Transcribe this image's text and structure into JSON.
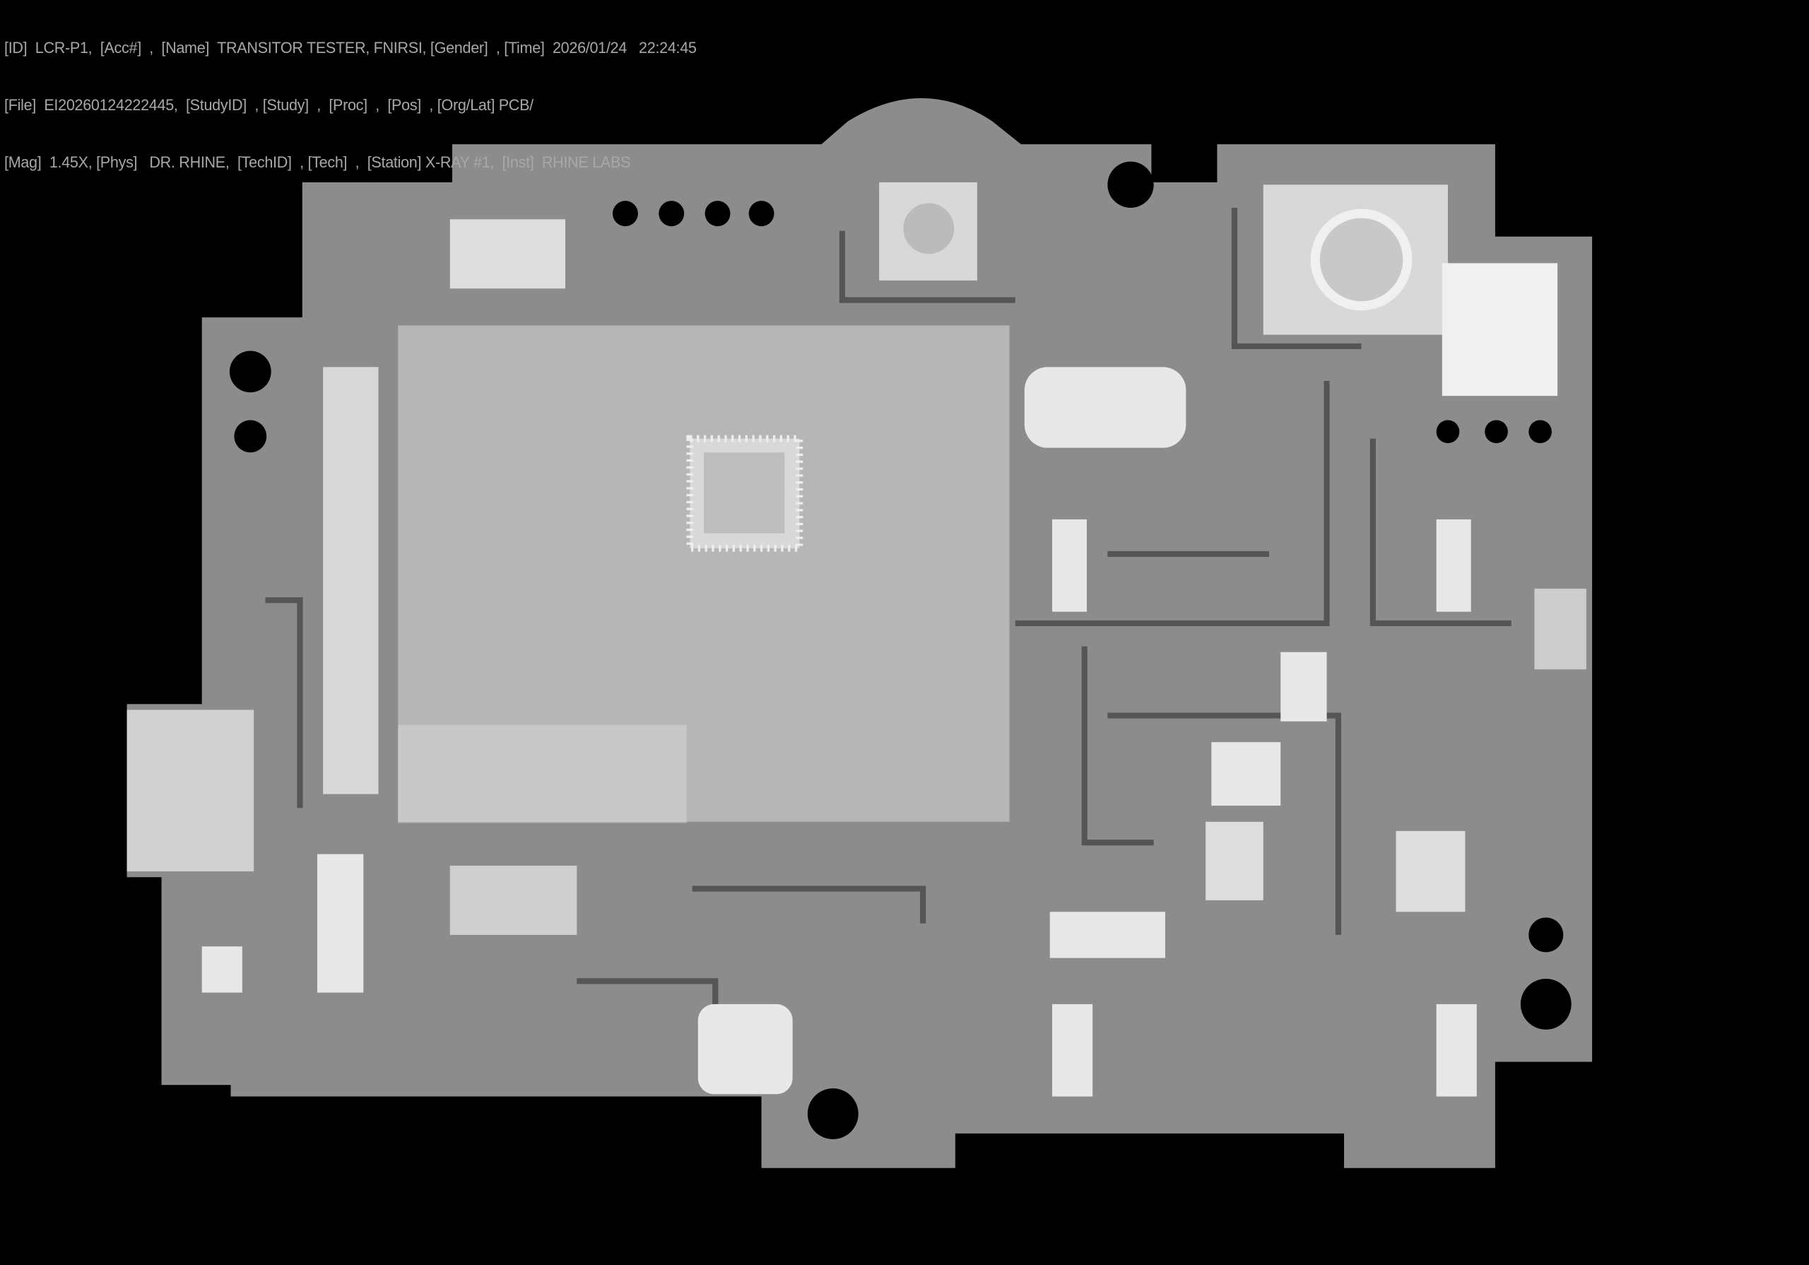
{
  "header": {
    "line1": "[ID]  LCR-P1,  [Acc#]  ,  [Name]  TRANSITOR TESTER, FNIRSI, [Gender]  , [Time]  2026/01/24   22:24:45",
    "line2": "[File]  EI20260124222445,  [StudyID]  , [Study]  ,  [Proc]  ,  [Pos]  , [Org/Lat] PCB/",
    "line3": "[Mag]  1.45X, [Phys]   DR. RHINE,  [TechID]  , [Tech]  ,  [Station] X-RAY #1,  [Inst]  RHINE LABS"
  },
  "colors": {
    "background": "#000000",
    "board": "#8c8c8c",
    "trace": "#5a5a5a",
    "dense": "#e6e6e6",
    "text": "#a8a8a8"
  }
}
